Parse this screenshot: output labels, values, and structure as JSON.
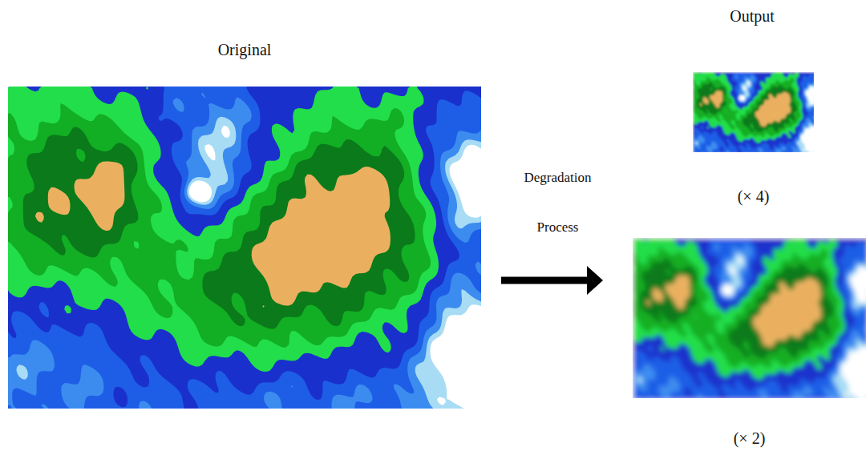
{
  "diagram": {
    "nodes": [
      {
        "text": [
          "Original"
        ]
      },
      {
        "text": [
          "(× 4)"
        ]
      },
      {
        "text": [
          "(× 2)"
        ]
      }
    ],
    "edges": [
      {
        "from": 0,
        "to": 2,
        "arrow": "to",
        "label": "Degradation Process"
      }
    ],
    "labels": [
      "Output"
    ]
  }
}
